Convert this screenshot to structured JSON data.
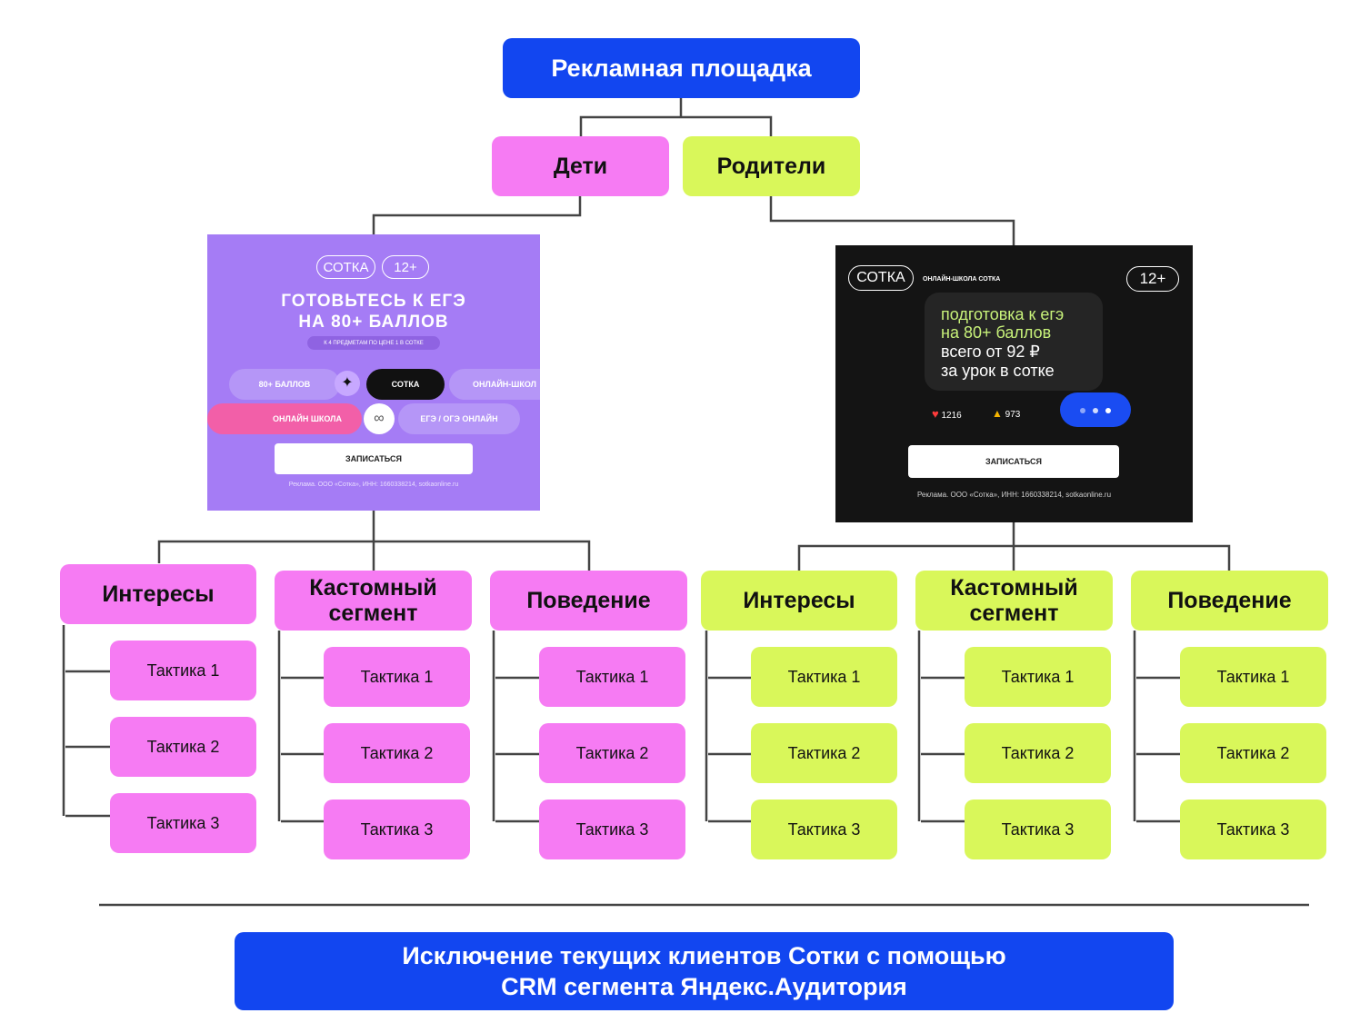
{
  "root": {
    "label": "Рекламная площадка"
  },
  "audiences": {
    "children": "Дети",
    "parents": "Родители"
  },
  "ad_kids": {
    "brand": "СОТКА",
    "age": "12+",
    "headline_1": "ГОТОВЬТЕСЬ К ЕГЭ",
    "headline_2": "НА 80+ БАЛЛОВ",
    "sub": "К 4 ПРЕДМЕТАМ ПО ЦЕНЕ 1 В СОТКЕ",
    "chip_1": "80+ БАЛЛОВ",
    "chip_2": "СОТКА",
    "chip_3": "ОНЛАЙН-ШКОЛ",
    "chip_4": "ОНЛАЙН ШКОЛА",
    "chip_5": "ЕГЭ / ОГЭ ОНЛАЙН",
    "cta": "ЗАПИСАТЬСЯ",
    "legal": "Реклама. ООО «Сотка», ИНН: 1660338214, sotkaonline.ru"
  },
  "ad_parents": {
    "brand": "СОТКА",
    "tag": "ОНЛАЙН-ШКОЛА СОТКА",
    "age": "12+",
    "line_1": "подготовка к егэ",
    "line_2": "на 80+ баллов",
    "line_3": "всего от 92 ₽",
    "line_4": "за урок в сотке",
    "likes": "1216",
    "thumbs": "973",
    "cta": "ЗАПИСАТЬСЯ",
    "legal": "Реклама. ООО «Сотка», ИНН: 1660338214, sotkaonline.ru"
  },
  "segments": {
    "interests": "Интересы",
    "custom_1": "Кастомный",
    "custom_2": "сегмент",
    "behavior": "Поведение"
  },
  "tactics": [
    "Тактика 1",
    "Тактика 2",
    "Тактика 3"
  ],
  "footer": {
    "line_1": "Исключение текущих клиентов Сотки с помощью",
    "line_2": "CRM сегмента Яндекс.Аудитория"
  },
  "colors": {
    "blue": "#1246f0",
    "pink": "#f67bf3",
    "lime": "#d9f75a",
    "line": "#444444"
  }
}
